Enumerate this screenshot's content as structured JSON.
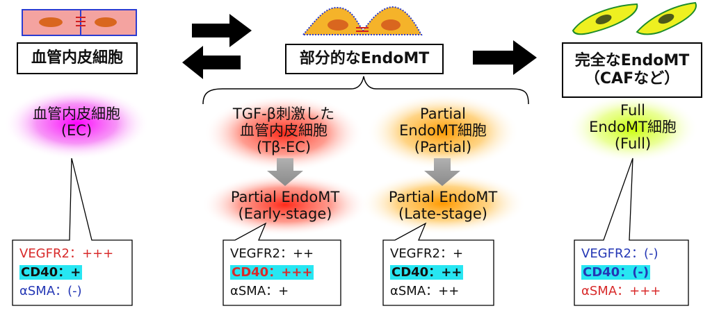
{
  "stages": {
    "vascular_ec": "血管内皮細胞",
    "partial": "部分的なEndoMT",
    "complete_line1": "完全なEndoMT",
    "complete_line2": "（CAFなど）"
  },
  "labels": {
    "ec": [
      "血管内皮細胞",
      "(EC)"
    ],
    "tbec": [
      "TGF-β刺激した",
      "血管内皮細胞",
      "(Tβ-EC)"
    ],
    "partial": [
      "Partial",
      "EndoMT細胞",
      "(Partial)"
    ],
    "full": [
      "Full",
      "EndoMT細胞",
      "(Full)"
    ],
    "early": [
      "Partial EndoMT",
      "(Early-stage)"
    ],
    "late": [
      "Partial EndoMT",
      "(Late-stage)"
    ]
  },
  "markers": {
    "ec": {
      "vegfr2": "VEGFR2：+++",
      "cd40": "CD40：+",
      "asma": "αSMA：(-)"
    },
    "early": {
      "vegfr2": "VEGFR2：++",
      "cd40": "CD40：+++",
      "asma": "αSMA：+"
    },
    "late": {
      "vegfr2": "VEGFR2：+",
      "cd40": "CD40：++",
      "asma": "αSMA：++"
    },
    "full": {
      "vegfr2": "VEGFR2：(-)",
      "cd40": "CD40：(-)",
      "asma": "αSMA：+++"
    }
  },
  "colors": {
    "ec_cell": "#f4a3a0",
    "partial_cell": "#f5b32a",
    "caf_cell": "#eef020",
    "nucleus": "#d9661f",
    "marker_red": "#d82a2a",
    "marker_blue": "#2437b5",
    "highlight": "#27e6f2"
  }
}
